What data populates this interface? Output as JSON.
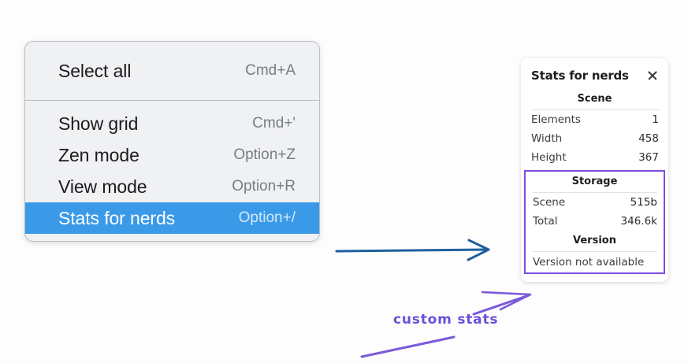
{
  "context_menu": {
    "name": "canvas-context-menu",
    "groups": [
      {
        "items": [
          {
            "label": "Select all",
            "shortcut": "Cmd+A",
            "selected": false
          }
        ]
      },
      {
        "items": [
          {
            "label": "Show grid",
            "shortcut": "Cmd+'",
            "selected": false
          },
          {
            "label": "Zen mode",
            "shortcut": "Option+Z",
            "selected": false
          },
          {
            "label": "View mode",
            "shortcut": "Option+R",
            "selected": false
          },
          {
            "label": "Stats for nerds",
            "shortcut": "Option+/",
            "selected": true
          }
        ]
      }
    ]
  },
  "stats_panel": {
    "title": "Stats for nerds",
    "close_icon": "close-icon",
    "scene": {
      "heading": "Scene",
      "rows": [
        {
          "label": "Elements",
          "value": "1"
        },
        {
          "label": "Width",
          "value": "458"
        },
        {
          "label": "Height",
          "value": "367"
        }
      ]
    },
    "storage": {
      "heading": "Storage",
      "rows": [
        {
          "label": "Scene",
          "value": "515b"
        },
        {
          "label": "Total",
          "value": "346.6k"
        }
      ]
    },
    "version": {
      "heading": "Version",
      "text": "Version not available"
    }
  },
  "annotations": {
    "custom_stats_label": "custom stats",
    "arrow_blue_color": "#1f5fa0",
    "arrow_purple_color": "#7a59d9",
    "highlight_color": "#7c4dde",
    "selection_color": "#3b9ae8"
  }
}
